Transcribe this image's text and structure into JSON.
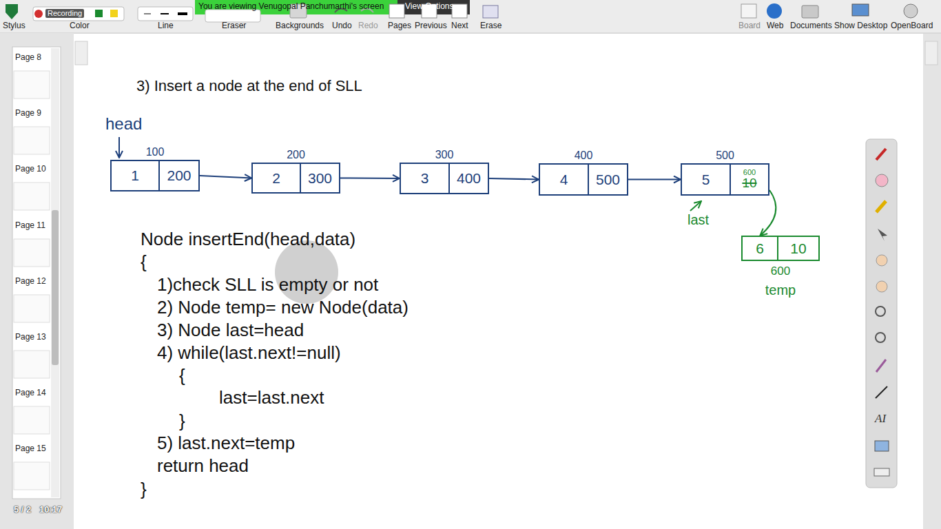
{
  "diagram": {
    "title": "3) Insert a node at the end of SLL",
    "nodes": [
      {
        "text": [
          "100"
        ]
      },
      {
        "text": [
          "1"
        ],
        "in": 0
      },
      {
        "text": [
          "200"
        ],
        "in": 0
      },
      {
        "text": [
          "200"
        ]
      },
      {
        "text": [
          "2"
        ],
        "in": 3
      },
      {
        "text": [
          "300"
        ],
        "in": 3
      },
      {
        "text": [
          "300"
        ]
      },
      {
        "text": [
          "3"
        ],
        "in": 6
      },
      {
        "text": [
          "400"
        ],
        "in": 6
      },
      {
        "text": [
          "400"
        ]
      },
      {
        "text": [
          "4"
        ],
        "in": 9
      },
      {
        "text": [
          "500"
        ],
        "in": 9
      },
      {
        "text": [
          "500"
        ]
      },
      {
        "text": [
          "5"
        ],
        "in": 12
      },
      {
        "text": [
          "600",
          "10"
        ],
        "in": 12
      },
      {
        "text": [
          "600",
          "temp"
        ]
      },
      {
        "text": [
          "6"
        ],
        "in": 15
      },
      {
        "text": [
          "10"
        ],
        "in": 15
      }
    ],
    "edges": [
      {
        "from": 0,
        "to": 3,
        "arrow": "to"
      },
      {
        "from": 3,
        "to": 6,
        "arrow": "to"
      },
      {
        "from": 6,
        "to": 9,
        "arrow": "to"
      },
      {
        "from": 9,
        "to": 12,
        "arrow": "to"
      },
      {
        "from": 12,
        "to": 15,
        "arrow": "to"
      }
    ],
    "labels": [
      "You are viewing Venugopal Panchumarthi's screen",
      "View Options",
      "Recording",
      "Stylus",
      "Color",
      "Line",
      "Eraser",
      "Backgrounds",
      "Undo",
      "Redo",
      "Pages",
      "Previous",
      "Next",
      "Erase",
      "Board",
      "Web",
      "Documents",
      "Show Desktop",
      "OpenBoard",
      "Page 8",
      "Page 9",
      "Page 10",
      "Page 11",
      "Page 12",
      "Page 13",
      "Page 14",
      "Page 15",
      "5 / 2",
      "10:17",
      "AI",
      "head",
      "last",
      "Node insertEnd(head,data)",
      "{",
      "1)check SLL is empty or not",
      "2) Node temp= new Node(data)",
      "3) Node last=head",
      "4) while(last.next!=null)",
      "{",
      "last=last.next",
      "}",
      "5) last.next=temp",
      "return head",
      "}"
    ]
  }
}
